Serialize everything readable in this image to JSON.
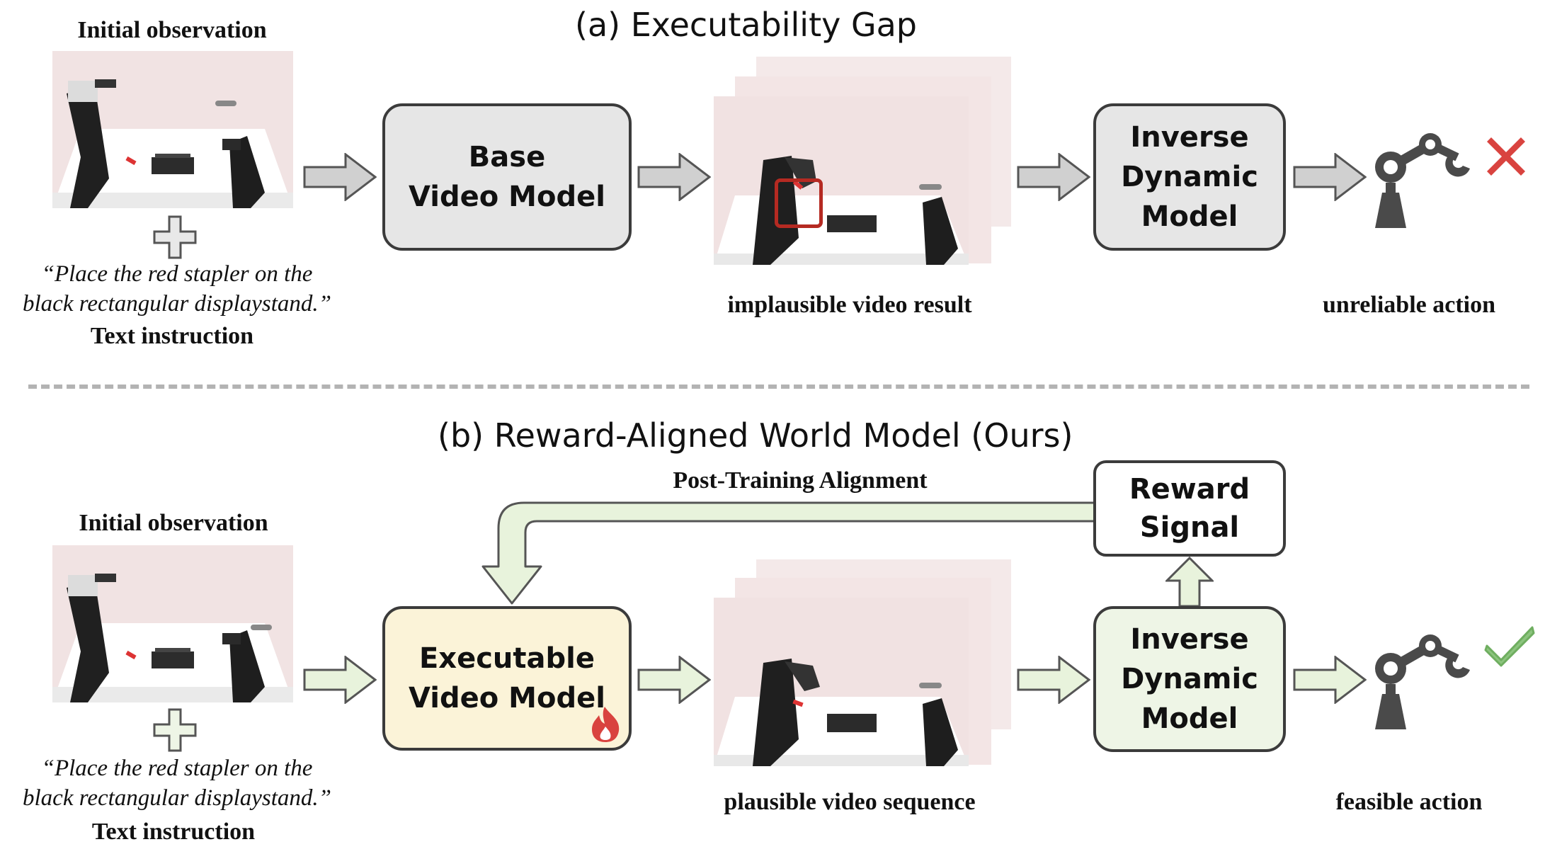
{
  "panel_a": {
    "title": "(a) Executability Gap",
    "obs_label": "Initial observation",
    "instruction_quote_line1": "“Place the red stapler on the",
    "instruction_quote_line2": "black rectangular displaystand.”",
    "instruction_label": "Text instruction",
    "base_model_line1": "Base",
    "base_model_line2": "Video Model",
    "video_caption": "implausible video result",
    "idm_line1": "Inverse",
    "idm_line2": "Dynamic",
    "idm_line3": "Model",
    "action_caption": "unreliable action",
    "status_icon": "red-cross-icon",
    "status_color": "#d9433f"
  },
  "panel_b": {
    "title": "(b) Reward-Aligned World Model (Ours)",
    "obs_label": "Initial observation",
    "instruction_quote_line1": "“Place the red stapler on the",
    "instruction_quote_line2": "black rectangular displaystand.”",
    "instruction_label": "Text instruction",
    "exec_model_line1": "Executable",
    "exec_model_line2": "Video Model",
    "loop_label": "Post-Training Alignment",
    "reward_line1": "Reward",
    "reward_line2": "Signal",
    "video_caption": "plausible video sequence",
    "idm_line1": "Inverse",
    "idm_line2": "Dynamic",
    "idm_line3": "Model",
    "action_caption": "feasible action",
    "status_icon": "green-check-icon",
    "status_color": "#8cc47e",
    "flame_icon": "flame-icon"
  },
  "colors": {
    "gray_box": "#e6e6e6",
    "cream_box": "#fbf3d8",
    "green_box": "#eef5e6",
    "arrow_gray": "#d0d0d0",
    "arrow_green": "#e8f3dc",
    "highlight_red": "#b52a22"
  }
}
